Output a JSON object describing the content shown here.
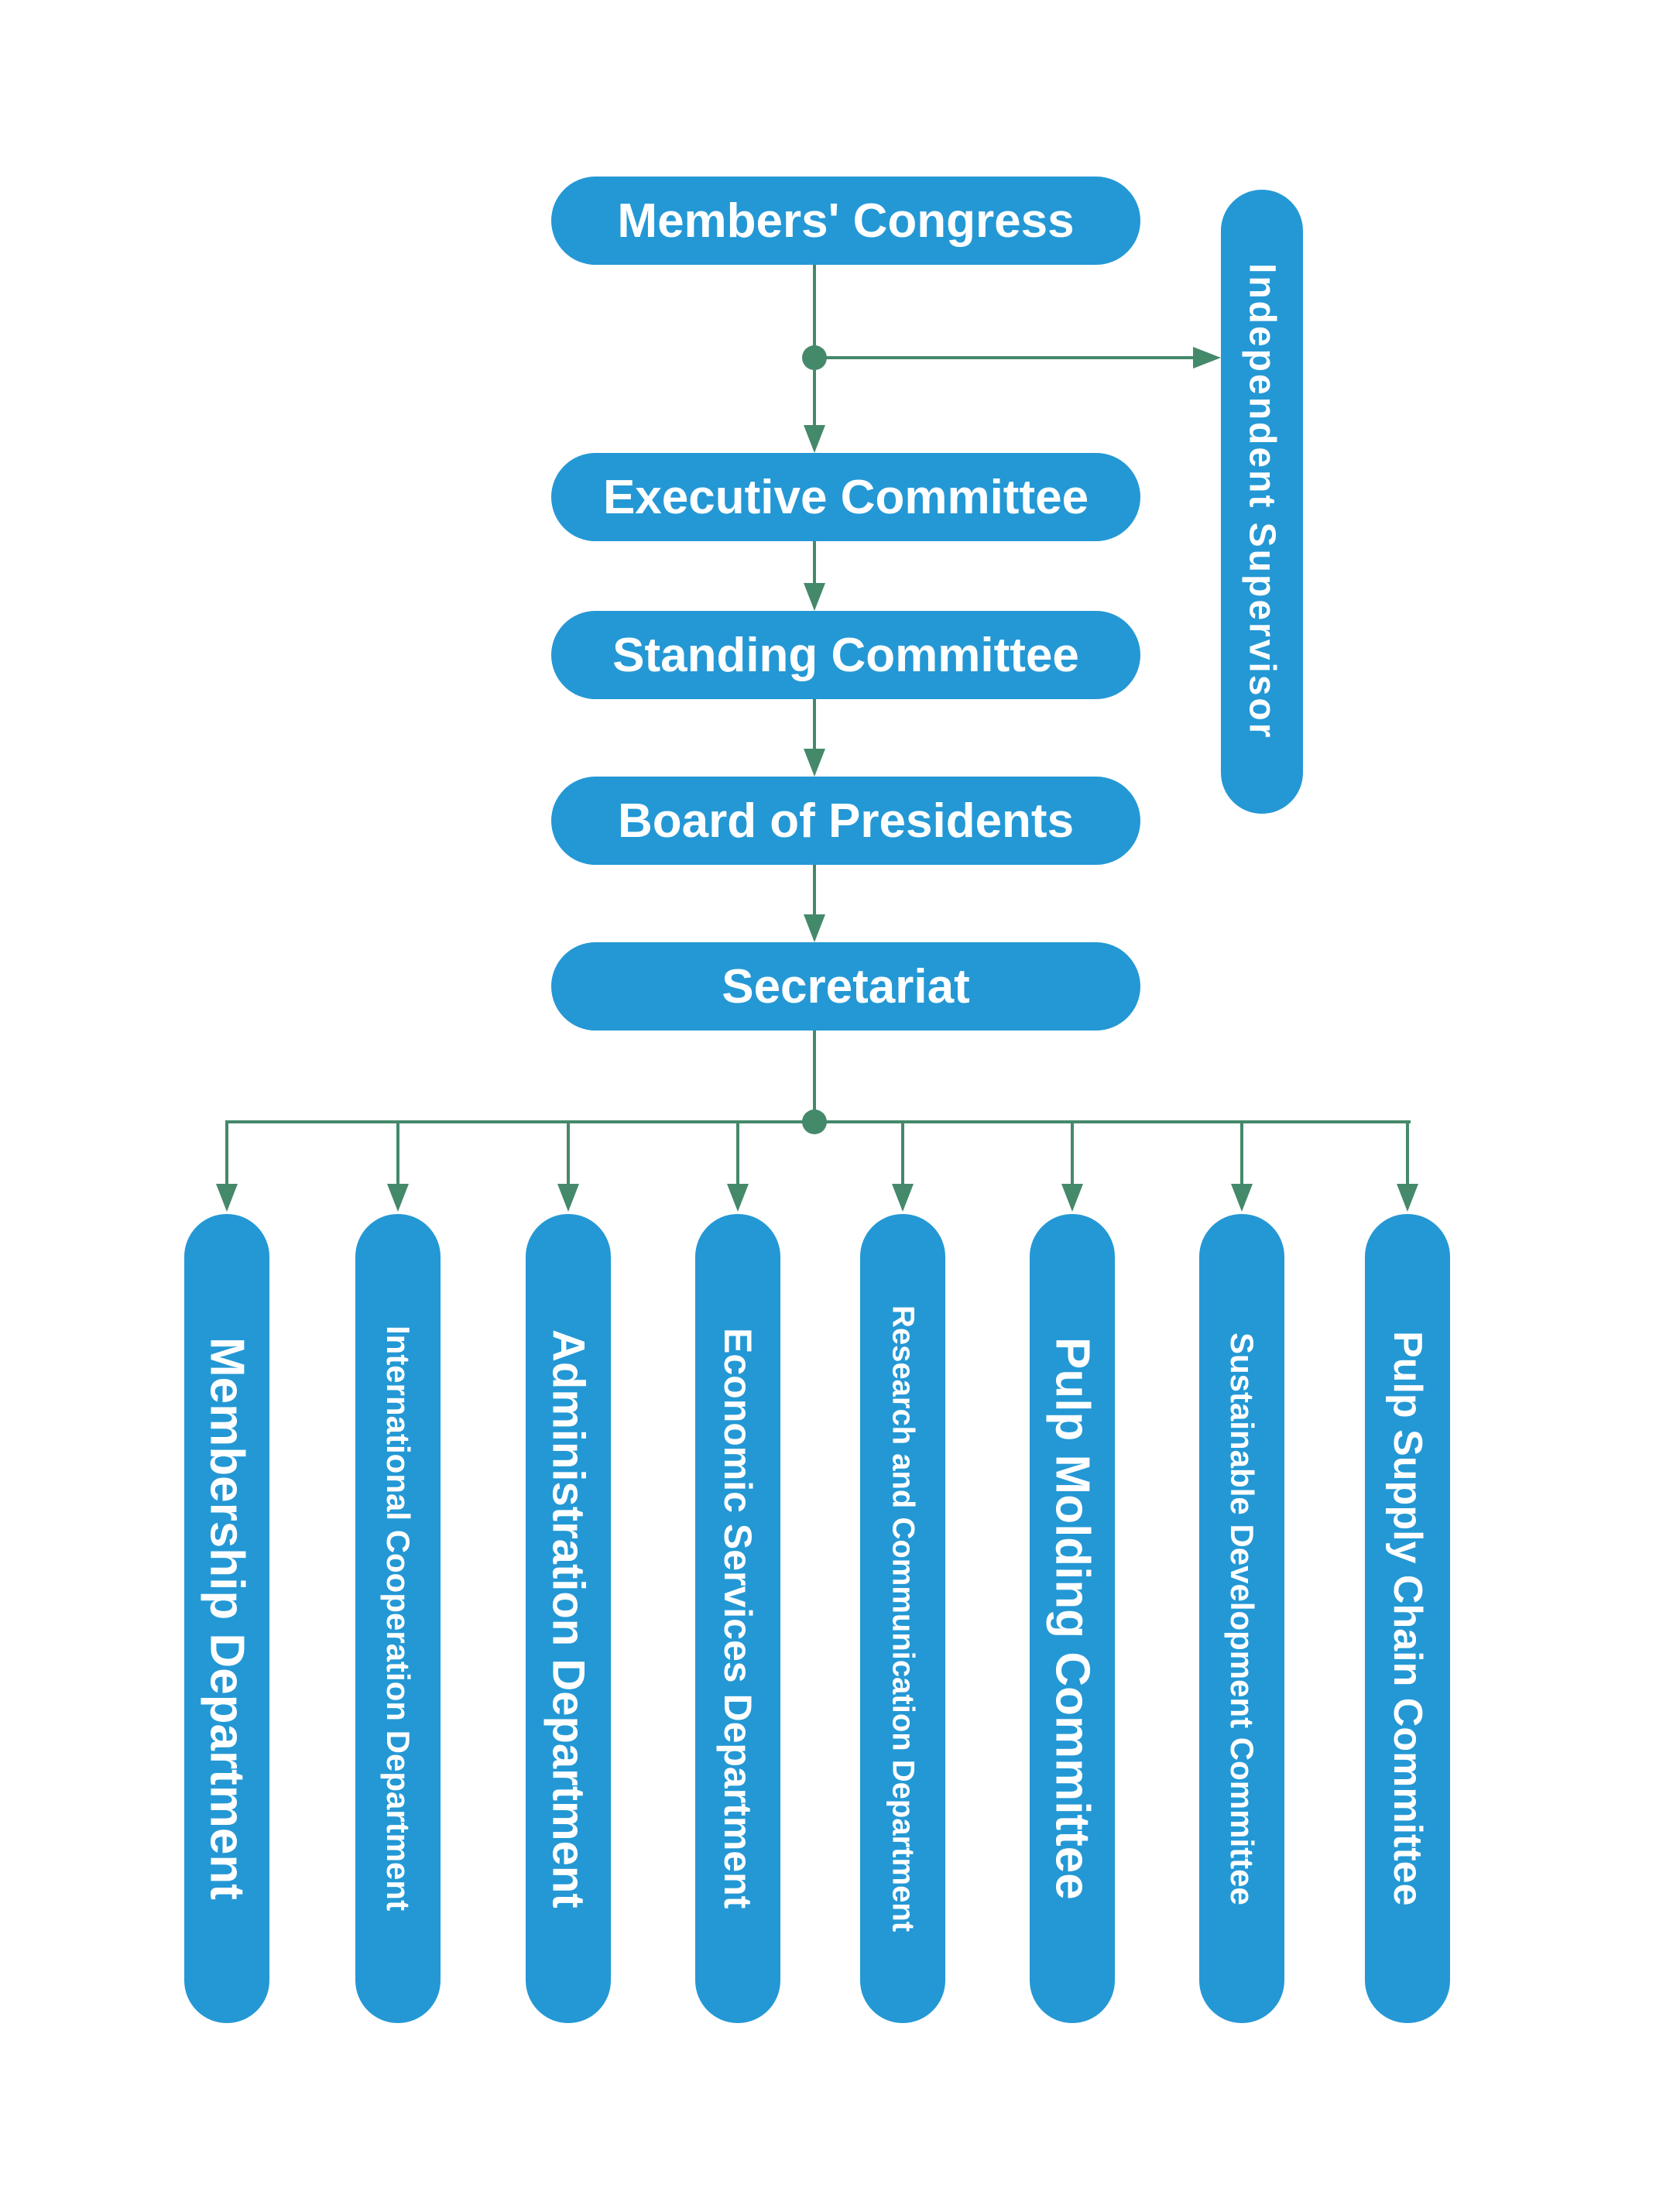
{
  "diagram": {
    "type": "org-chart",
    "palette": {
      "node_fill": "#2498D5",
      "node_text": "#FFFFFF",
      "connector": "#45896B"
    },
    "chain": [
      {
        "label": "Members' Congress"
      },
      {
        "label": "Executive Committee"
      },
      {
        "label": "Standing Committee"
      },
      {
        "label": "Board of Presidents"
      },
      {
        "label": "Secretariat"
      }
    ],
    "supervisor": {
      "label": "Independent Supervisor"
    },
    "departments": [
      {
        "label": "Membership Department"
      },
      {
        "label": "International Cooperation Department"
      },
      {
        "label": "Administration Department"
      },
      {
        "label": "Economic Services Department"
      },
      {
        "label": "Research and Communication Department"
      },
      {
        "label": "Pulp Molding Committee"
      },
      {
        "label": "Sustainable Development Committee"
      },
      {
        "label": "Pulp Supply Chain Committee"
      }
    ],
    "edges": {
      "chain_flow": "top-down with arrowheads",
      "secretariat_fanout_count": 8,
      "supervisor_branch": "from junction below Members' Congress, arrow right"
    }
  }
}
